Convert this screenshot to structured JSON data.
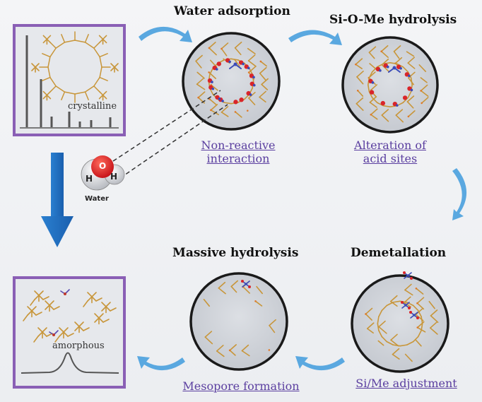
{
  "stages": {
    "water_adsorption": {
      "title": "Water adsorption",
      "caption_line1": "Non-reactive",
      "caption_line2": "interaction"
    },
    "si_o_me_hydrolysis": {
      "title": "Si-O-Me hydrolysis",
      "caption_line1": "Alteration of",
      "caption_line2": "acid sites"
    },
    "demetallation": {
      "title": "Demetallation",
      "caption": "Si/Me adjustment"
    },
    "massive_hydrolysis": {
      "title": "Massive hydrolysis",
      "caption": "Mesopore formation"
    }
  },
  "panels": {
    "crystalline": {
      "label": "crystalline"
    },
    "amorphous": {
      "label": "amorphous"
    }
  },
  "water_molecule": {
    "label": "Water",
    "atom_o": "O",
    "atom_h1": "H",
    "atom_h2": "H"
  },
  "colors": {
    "panel_border": "#8a5fb5",
    "circle_fill": "#cfd2d8",
    "framework": "#c8963a",
    "caption": "#5b3fa0",
    "arrow_blue": "#1f6fc0",
    "curved_arrow": "#5aa8e0"
  }
}
